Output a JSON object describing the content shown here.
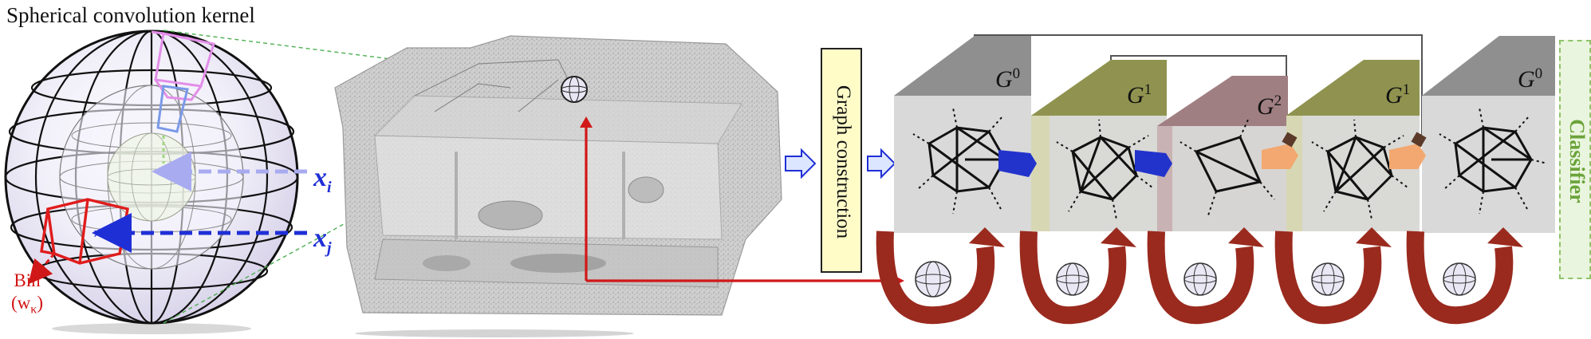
{
  "kernel": {
    "title": "Spherical convolution kernel",
    "xi_base": "x",
    "xi_sub": "i",
    "xj_base": "x",
    "xj_sub": "j",
    "bin_word": "Bin",
    "bin_weight": "(w",
    "bin_weight_sub": "κ",
    "bin_weight_close": ")"
  },
  "pipeline": {
    "graph_construction": "Graph construction",
    "classifier": "Classifier"
  },
  "graph_levels": [
    {
      "base": "G",
      "sup": "0"
    },
    {
      "base": "G",
      "sup": "1"
    },
    {
      "base": "G",
      "sup": "2"
    },
    {
      "base": "G",
      "sup": "1"
    },
    {
      "base": "G",
      "sup": "0"
    }
  ],
  "colors": {
    "block_gray": "#c8c8c8",
    "block_olive": "#b8bf8a",
    "block_mauve": "#bba0a2",
    "feedback_red": "#d01818",
    "down_arrow": "#2233cc",
    "up_arrow": "#f2a870",
    "curl_arrow": "#9a2a1e",
    "classifier_green": "#6ba33a",
    "gc_fill": "#fffcc8"
  }
}
